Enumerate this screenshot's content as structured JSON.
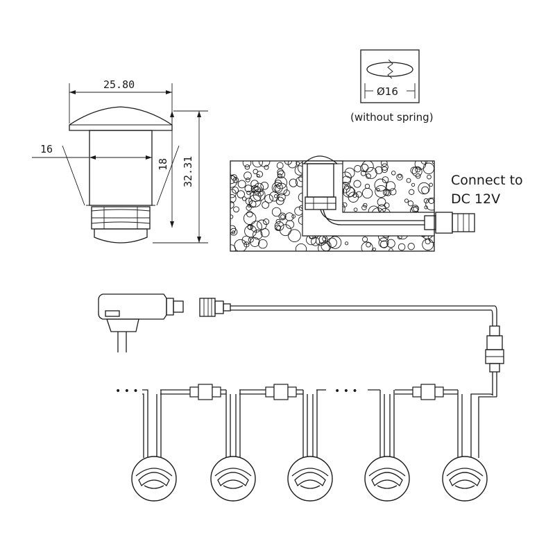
{
  "dimensions": {
    "width_top": "25.80",
    "body_diameter": "16",
    "body_height": "18",
    "total_height": "32.31",
    "hole_diameter": "Ø16"
  },
  "notes": {
    "without_spring": "(without spring)",
    "connect_line1": "Connect to",
    "connect_line2": "DC 12V"
  },
  "ellipsis": "• • •"
}
